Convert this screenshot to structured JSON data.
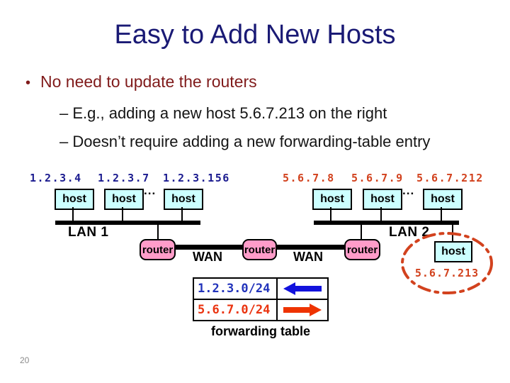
{
  "slide": {
    "title": "Easy to Add New Hosts",
    "bullet_marker": "•",
    "bullet_main": "No need to update the routers",
    "sub_bullets": [
      "– E.g., adding a new host 5.6.7.213 on the right",
      "– Doesn’t require adding a new forwarding-table entry"
    ],
    "page_number": "20"
  },
  "diagram": {
    "lan1": {
      "label": "LAN 1",
      "ips": [
        "1.2.3.4",
        "1.2.3.7",
        "1.2.3.156"
      ],
      "hosts": [
        "host",
        "host",
        "host"
      ],
      "ellipsis": "..."
    },
    "lan2": {
      "label": "LAN 2",
      "ips": [
        "5.6.7.8",
        "5.6.7.9",
        "5.6.7.212"
      ],
      "hosts": [
        "host",
        "host",
        "host"
      ],
      "ellipsis": "..."
    },
    "routers": [
      "router",
      "router",
      "router"
    ],
    "wans": [
      "WAN",
      "WAN"
    ],
    "new_host": {
      "label": "host",
      "ip": "5.6.7.213"
    },
    "forwarding_table": {
      "caption": "forwarding table",
      "rows": [
        {
          "prefix": "1.2.3.0/24",
          "direction": "left"
        },
        {
          "prefix": "5.6.7.0/24",
          "direction": "right"
        }
      ]
    },
    "colors": {
      "title_text": "#1a1a75",
      "bullet_text": "#801b1b",
      "lan1_ip_text": "#1c1c90",
      "lan2_ip_text": "#d2421e",
      "host_fill": "#ccffff",
      "router_fill": "#ff9cc9",
      "left_arrow": "#1212dd",
      "right_arrow": "#ee3300",
      "highlight_ellipse": "#d2421e"
    }
  }
}
